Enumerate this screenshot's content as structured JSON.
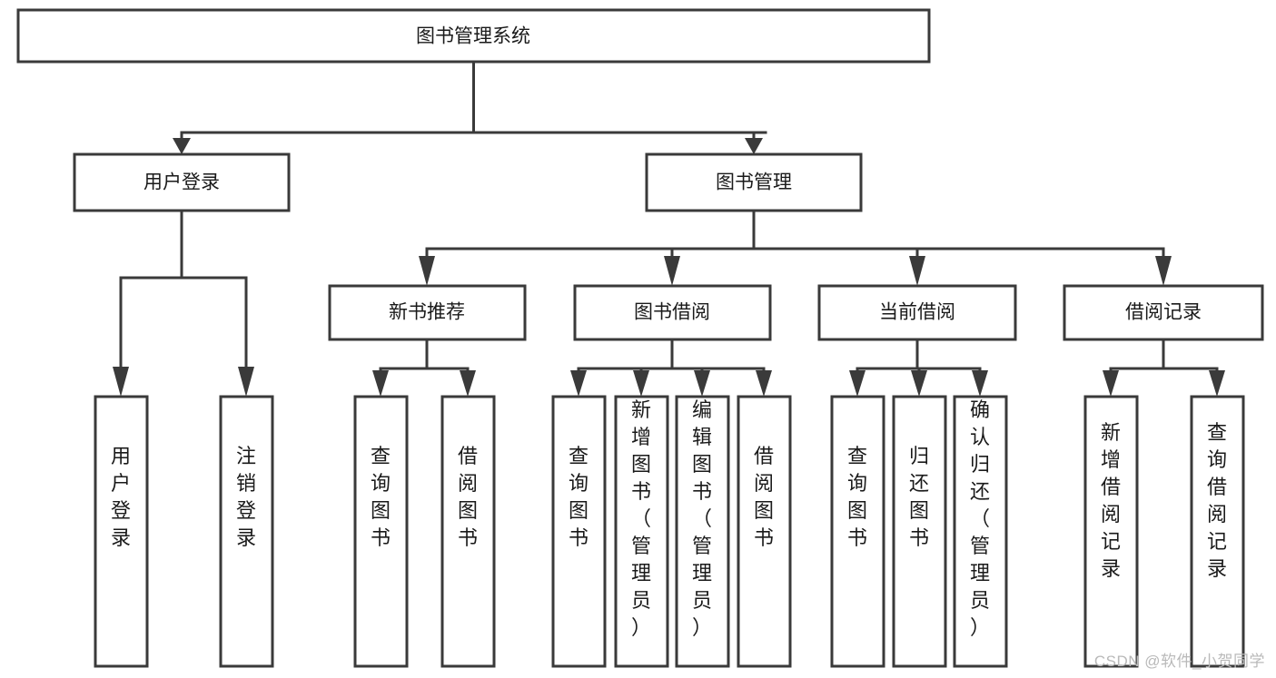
{
  "diagram": {
    "title": "图书管理系统",
    "watermark": "CSDN @软件_小贺同学",
    "colors": {
      "stroke": "#3a3a3a",
      "fill": "#ffffff",
      "text": "#1a1a1a",
      "watermark": "#b9b9b9",
      "background": "#ffffff"
    },
    "root": {
      "label": "图书管理系统"
    },
    "level2": [
      {
        "label": "用户登录"
      },
      {
        "label": "图书管理"
      }
    ],
    "level3": [
      {
        "label": "新书推荐"
      },
      {
        "label": "图书借阅"
      },
      {
        "label": "当前借阅"
      },
      {
        "label": "借阅记录"
      }
    ],
    "leaves": {
      "user_login": [
        {
          "label": "用户登录"
        },
        {
          "label": "注销登录"
        }
      ],
      "new_book_recommend": [
        {
          "label": "查询图书"
        },
        {
          "label": "借阅图书"
        }
      ],
      "book_borrow": [
        {
          "label": "查询图书"
        },
        {
          "label": "新增图书（管理员）"
        },
        {
          "label": "编辑图书（管理员）"
        },
        {
          "label": "借阅图书"
        }
      ],
      "current_borrow": [
        {
          "label": "查询图书"
        },
        {
          "label": "归还图书"
        },
        {
          "label": "确认归还（管理员）"
        }
      ],
      "borrow_record": [
        {
          "label": "新增借阅记录"
        },
        {
          "label": "查询借阅记录"
        }
      ]
    }
  }
}
